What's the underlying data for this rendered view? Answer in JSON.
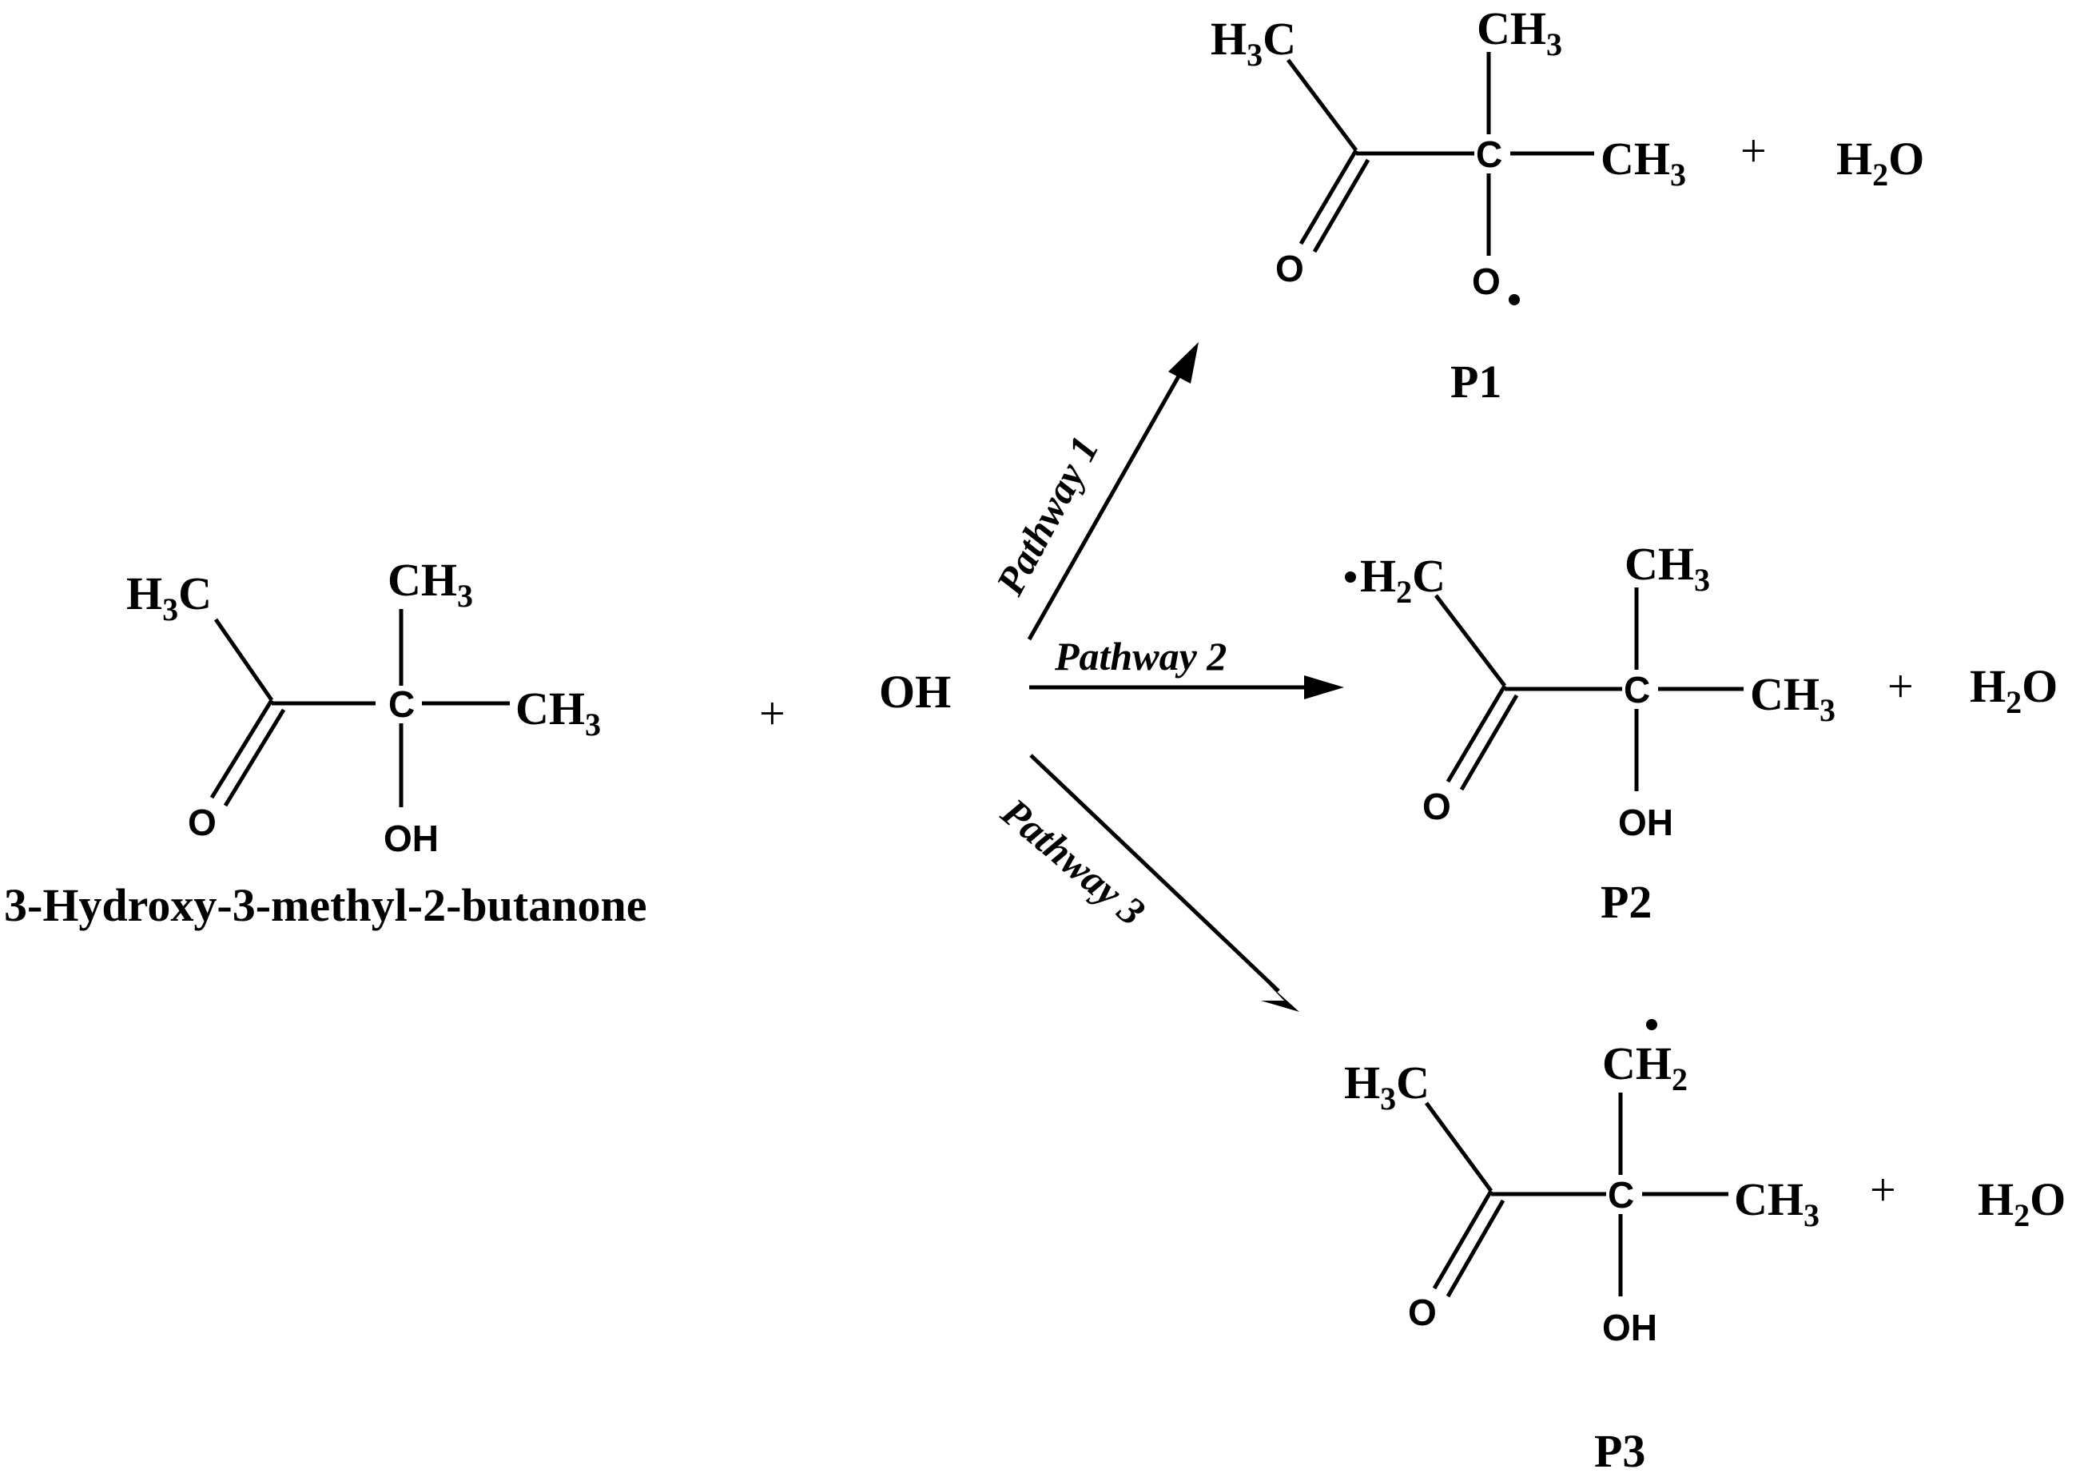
{
  "reactant": {
    "h3c_main": "H",
    "h3c_sub": "3",
    "h3c_tail": "C",
    "ch3_top": "CH",
    "ch3_top_sub": "3",
    "ch3_right": "CH",
    "ch3_right_sub": "3",
    "c": "C",
    "o": "O",
    "oh": "OH",
    "name": "3-Hydroxy-3-methyl-2-butanone"
  },
  "reactant_plus": "+",
  "oh_reagent": "OH",
  "pathways": {
    "p1": "Pathway  1",
    "p2": "Pathway 2",
    "p3": "Pathway 3"
  },
  "product1": {
    "h3c_main": "H",
    "h3c_sub": "3",
    "h3c_tail": "C",
    "ch3_top": "CH",
    "ch3_top_sub": "3",
    "ch3_right": "CH",
    "ch3_right_sub": "3",
    "c": "C",
    "o": "O",
    "o_radical": "O",
    "plus": "+",
    "water_h": "H",
    "water_sub": "2",
    "water_o": "O",
    "label": "P1"
  },
  "product2": {
    "h2c_main": "H",
    "h2c_sub": "2",
    "h2c_tail": "C",
    "ch3_top": "CH",
    "ch3_top_sub": "3",
    "ch3_right": "CH",
    "ch3_right_sub": "3",
    "c": "C",
    "o": "O",
    "oh": "OH",
    "plus": "+",
    "water_h": "H",
    "water_sub": "2",
    "water_o": "O",
    "label": "P2"
  },
  "product3": {
    "h3c_main": "H",
    "h3c_sub": "3",
    "h3c_tail": "C",
    "ch2_top": "CH",
    "ch2_top_sub": "2",
    "ch3_right": "CH",
    "ch3_right_sub": "3",
    "c": "C",
    "o": "O",
    "oh": "OH",
    "plus": "+",
    "water_h": "H",
    "water_sub": "2",
    "water_o": "O",
    "label": "P3"
  }
}
